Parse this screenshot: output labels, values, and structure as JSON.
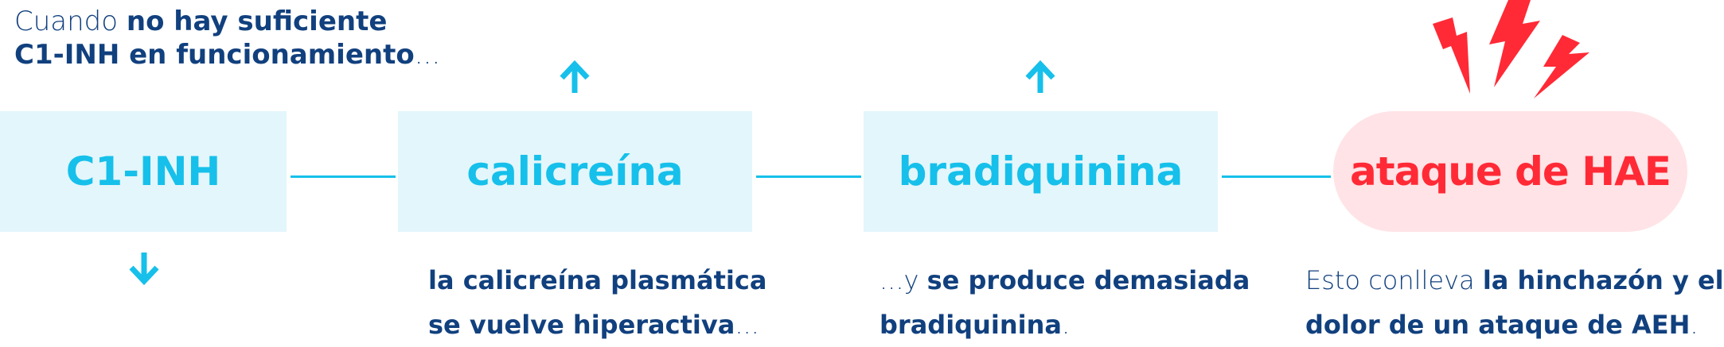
{
  "intro": {
    "prefix": "Cuando ",
    "bold_line1": "no hay suficiente",
    "bold_line2": "C1-INH en funcionamiento",
    "suffix": "..."
  },
  "nodes": {
    "c1inh": "C1-INH",
    "calicreina": "calicreína",
    "bradiquinina": "bradiquinina",
    "hae": "ataque de HAE"
  },
  "captions": {
    "calicreina": {
      "bold_line1": "la calicreína plasmática",
      "bold_line2": "se vuelve hiperactiva",
      "suffix": "..."
    },
    "bradiquinina": {
      "prefix": "...y ",
      "bold_line1": "se produce demasiada",
      "bold_line2": "bradiquinina",
      "suffix": "."
    },
    "hae": {
      "prefix": "Esto conlleva ",
      "bold_line1": "la hinchazón y el",
      "bold_line2": "dolor de un ataque de AEH",
      "suffix": "."
    }
  },
  "indicators": {
    "c1inh": "arrow-down-icon",
    "calicreina": "arrow-up-icon",
    "bradiquinina": "arrow-up-icon",
    "hae": "lightning-bolt-icon"
  },
  "colors": {
    "navy": "#11407e",
    "cyan": "#16c0ea",
    "box_bg": "#e3f6fb",
    "red": "#ff2a36",
    "pill_bg": "#ffe3e6"
  }
}
